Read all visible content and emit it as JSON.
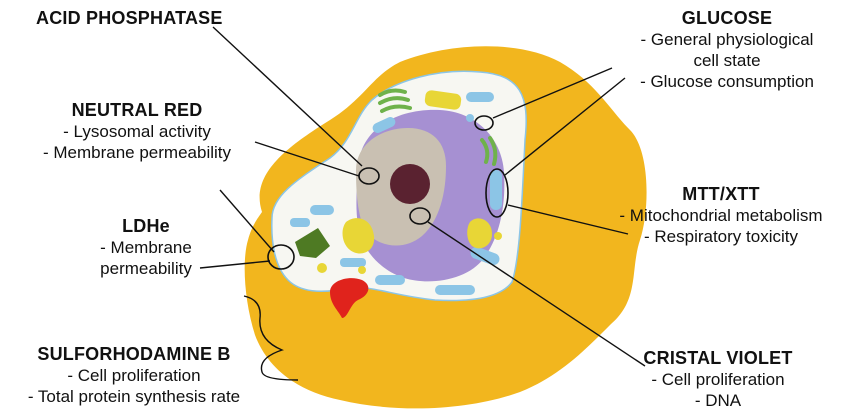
{
  "labels": {
    "acid_phosphatase": {
      "title": "ACID PHOSPHATASE",
      "lines": []
    },
    "neutral_red": {
      "title": "NEUTRAL RED",
      "lines": [
        "- Lysosomal activity",
        "- Membrane permeability"
      ]
    },
    "ldhe": {
      "title": "LDHe",
      "lines": [
        "- Membrane",
        "permeability"
      ]
    },
    "sulforhodamine_b": {
      "title": "SULFORHODAMINE B",
      "lines": [
        "- Cell proliferation",
        "- Total protein synthesis rate"
      ]
    },
    "glucose": {
      "title": "GLUCOSE",
      "lines": [
        "- General physiological",
        "cell state",
        "- Glucose consumption"
      ]
    },
    "mtt_xtt": {
      "title": "MTT/XTT",
      "lines": [
        "- Mitochondrial metabolism",
        "- Respiratory toxicity"
      ]
    },
    "cristal_violet": {
      "title": "CRISTAL VIOLET",
      "lines": [
        "- Cell proliferation",
        "- DNA"
      ]
    }
  },
  "colors": {
    "outer_cell": "#F2B61E",
    "cytoplasm": "#F7F7F2",
    "nucleus": "#A690D2",
    "nucleoplasm": "#C9C0B2",
    "nucleolus": "#5A2230",
    "mitochondria": "#8CC5E6",
    "golgi": "#6FB24B",
    "vesicle": "#E8D636",
    "red_organelle": "#E0231C",
    "er_green": "#4E7A23",
    "line": "#111111"
  }
}
